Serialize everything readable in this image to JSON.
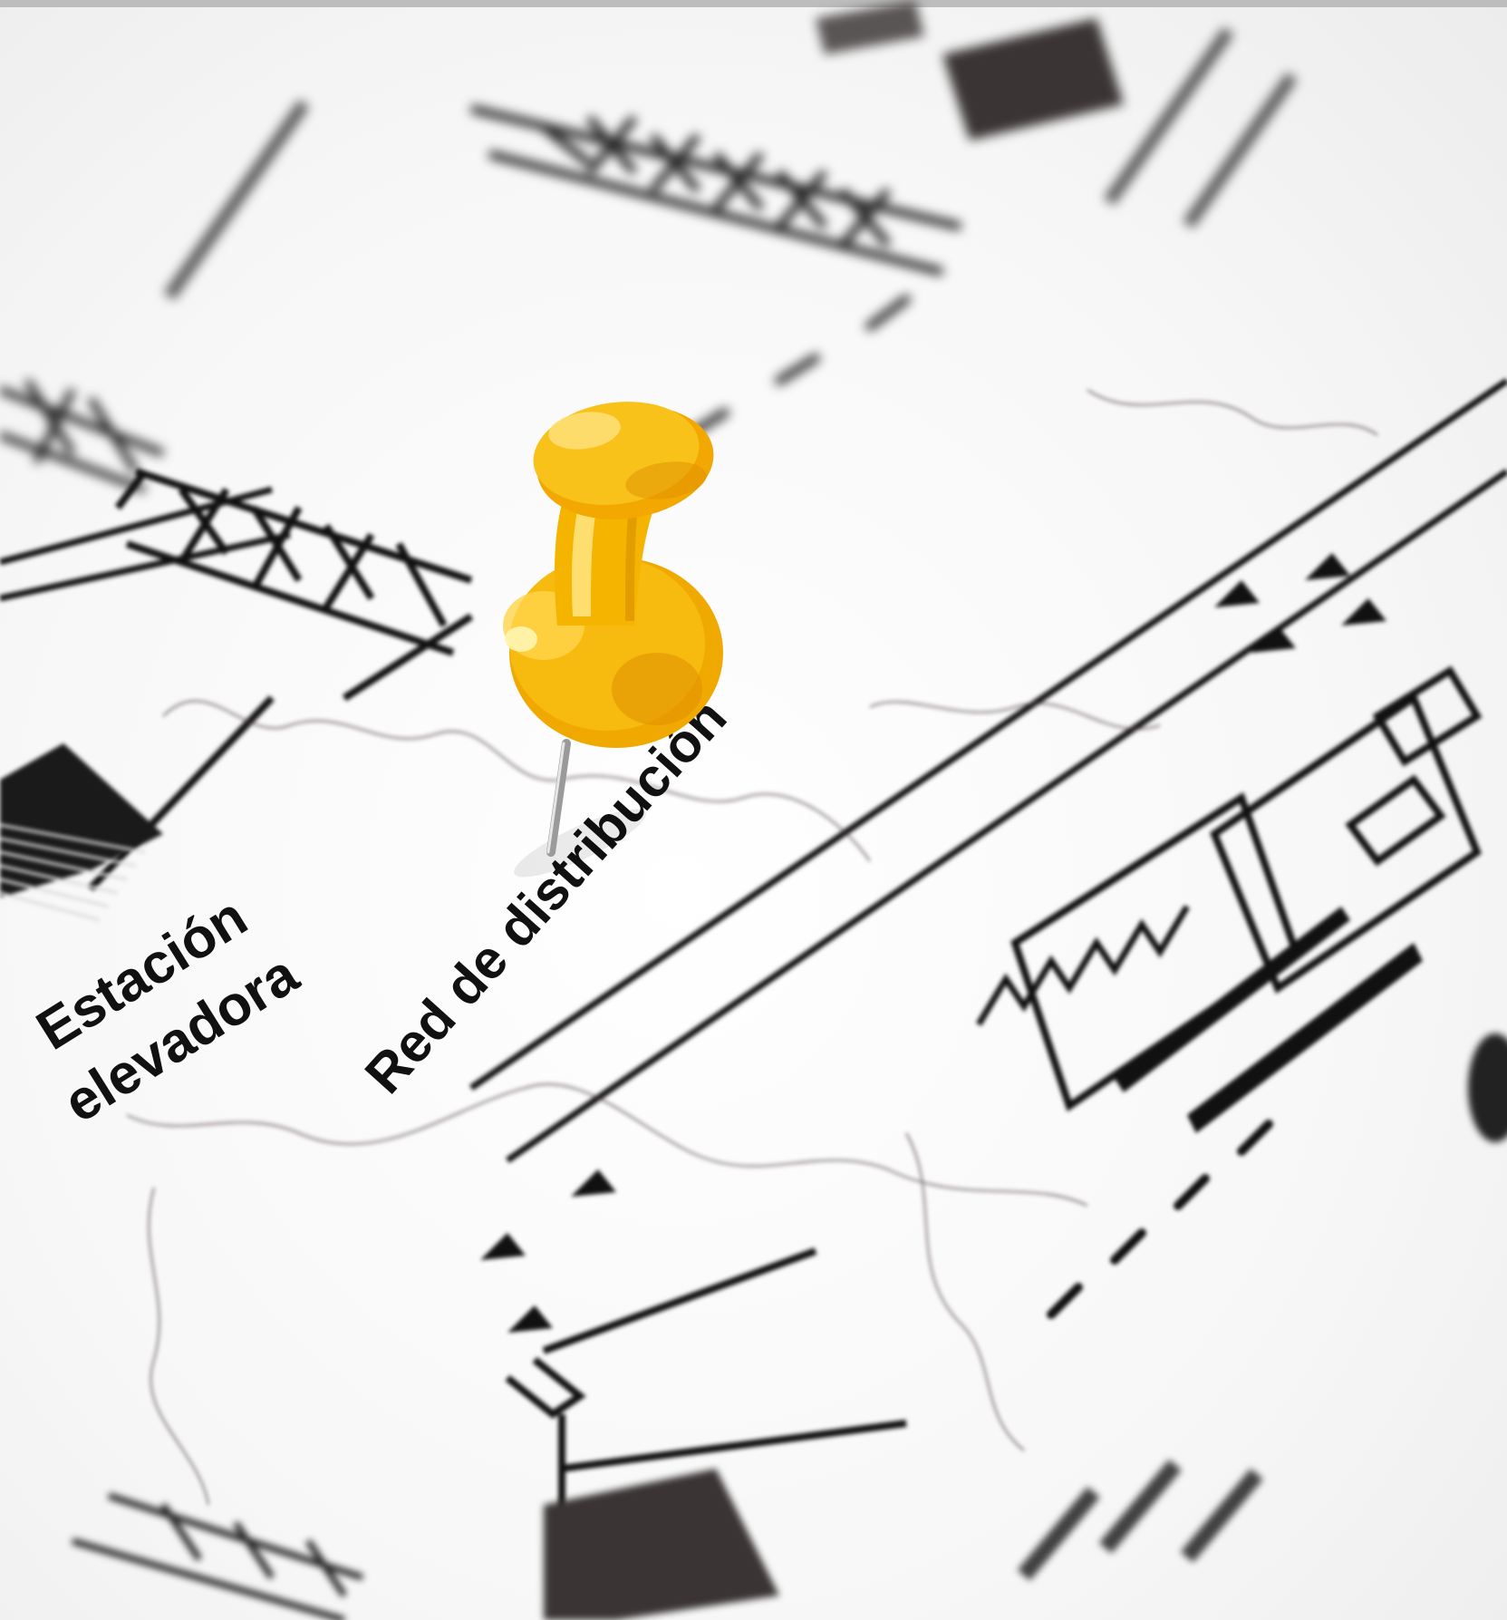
{
  "diagram": {
    "labels": {
      "station_line1": "Estación",
      "station_line2": "elevadora",
      "network": "Red de distribución"
    }
  },
  "pin": {
    "color": "#f5b400",
    "highlight": "#ffd54a",
    "shadow": "#d98e00"
  }
}
